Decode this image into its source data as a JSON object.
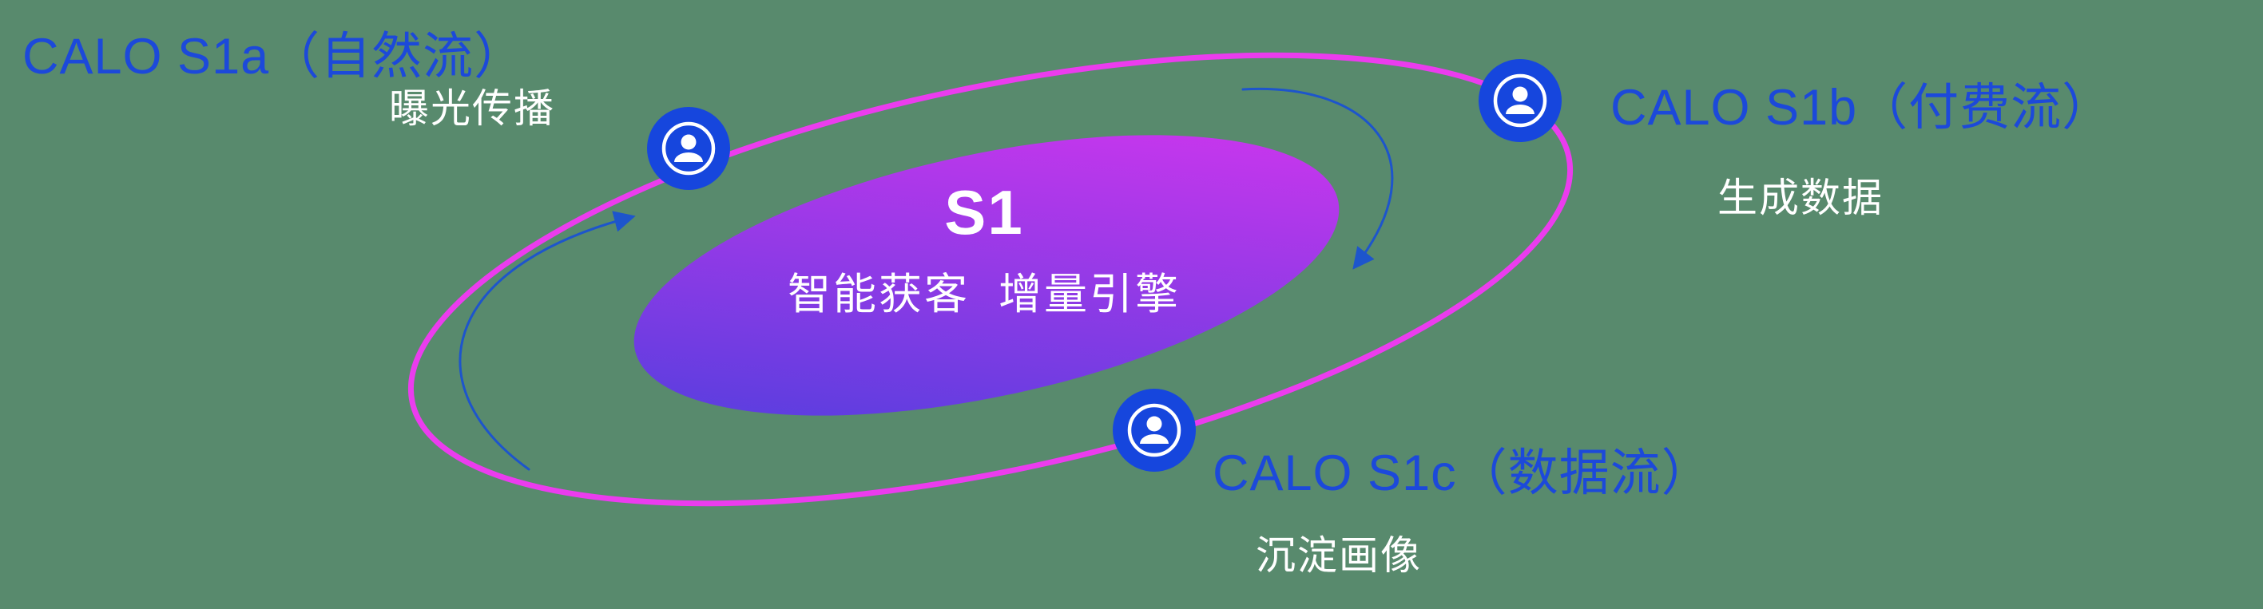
{
  "diagram": {
    "center": {
      "title": "S1",
      "subtitle": "智能获客  增量引擎"
    },
    "nodes": [
      {
        "id": "s1a",
        "label": "CALO S1a（自然流）",
        "sublabel": "曝光传播"
      },
      {
        "id": "s1b",
        "label": "CALO S1b（付费流）",
        "sublabel": "生成数据"
      },
      {
        "id": "s1c",
        "label": "CALO S1c（数据流）",
        "sublabel": "沉淀画像"
      }
    ],
    "icons": {
      "node": "user-icon"
    },
    "colors": {
      "background": "#588a6d",
      "label_blue": "#1c49da",
      "orbit_magenta": "#eb3cee",
      "core_gradient_start": "#4a3fdd",
      "core_gradient_end": "#d935ef",
      "node_blue": "#1646dd",
      "arrow_blue": "#1d55cc",
      "text_white": "#ffffff"
    }
  }
}
